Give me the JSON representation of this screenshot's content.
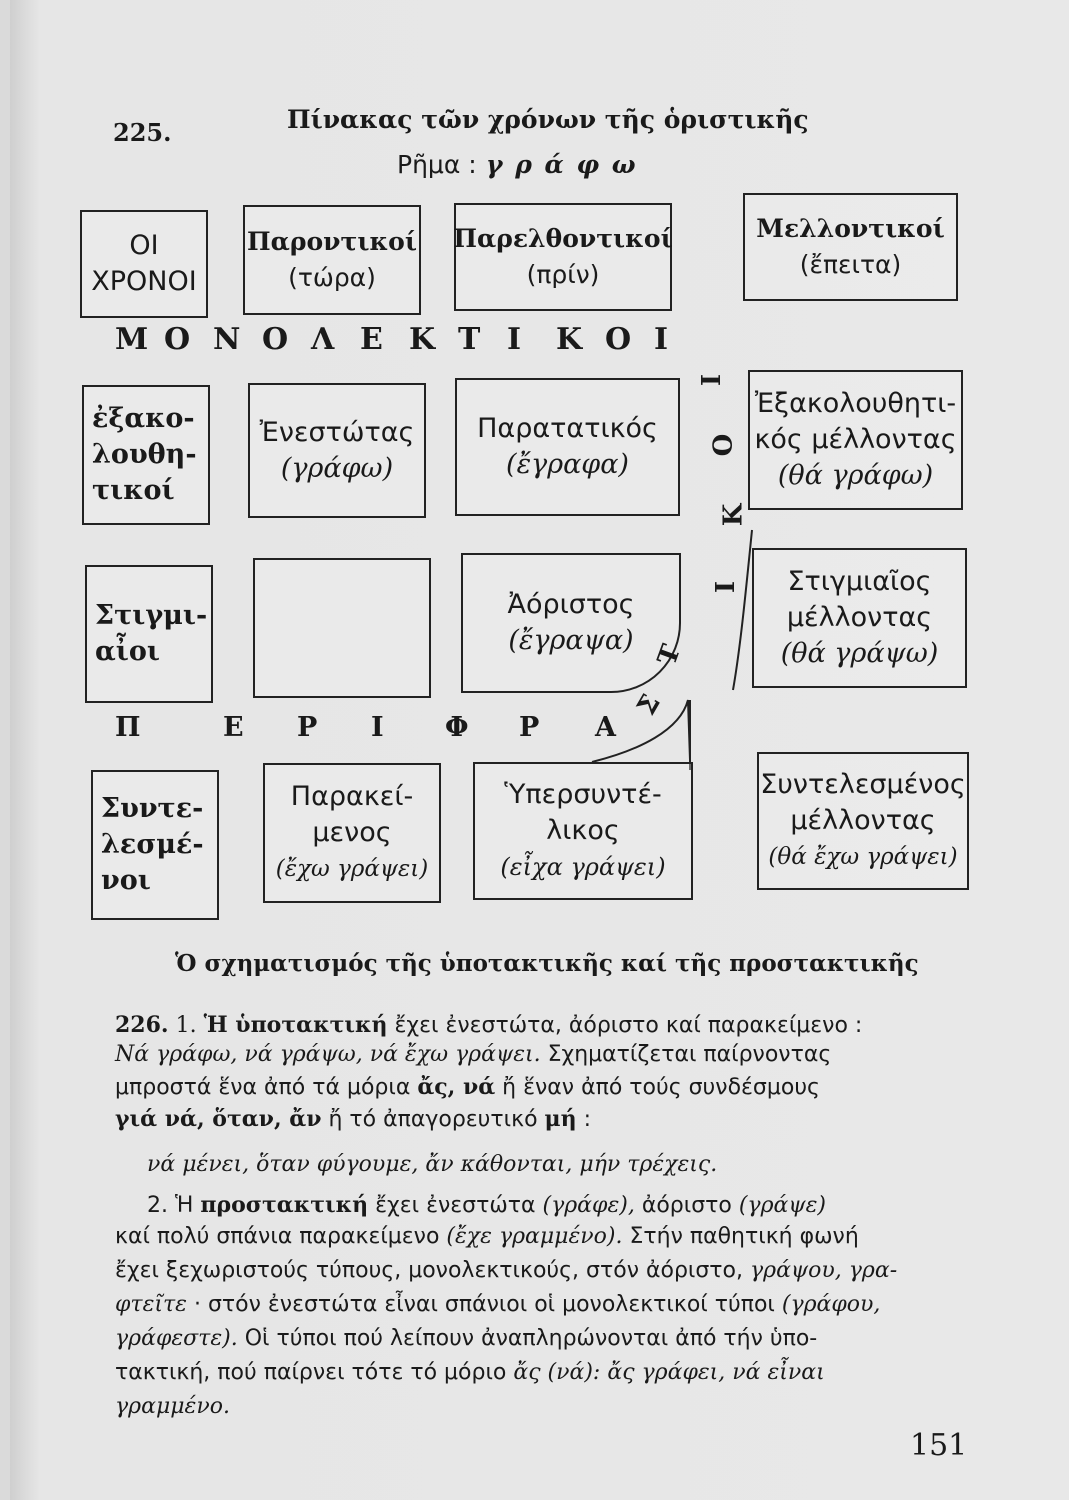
{
  "section_225": {
    "number": "225.",
    "title": "Πίνακας τῶν χρόνων τῆς ὁριστικῆς",
    "verb_label": "Ρῆμα :",
    "verb": "γ ρ ά φ ω"
  },
  "table": {
    "header_cell": [
      "ΟΙ",
      "ΧΡΟΝΟΙ"
    ],
    "columns": [
      {
        "title": "Παροντικοί",
        "sub": "(τώρα)"
      },
      {
        "title": "Παρελθοντικοί",
        "sub": "(πρίν)"
      },
      {
        "title": "Μελλοντικοί",
        "sub": "(ἔπειτα)"
      }
    ],
    "monolektikoi_letters": [
      "Μ",
      "Ο",
      "Ν",
      "Ο",
      "Λ",
      "Ε",
      "Κ",
      "Τ",
      "Ι",
      "Κ",
      "Ο",
      "Ι"
    ],
    "periphrastikoi_letters": [
      "Π",
      "Ε",
      "Ρ",
      "Ι",
      "Φ",
      "Ρ",
      "Α"
    ],
    "diagonal_letters": [
      "Σ",
      "Τ",
      "Ι",
      "Κ",
      "Ο",
      "Ι"
    ],
    "rows": [
      {
        "label": [
          "ἐξακο-",
          "λουθη-",
          "τικοί"
        ],
        "present": [
          "Ἐνεστώτας",
          "(γράφω)"
        ],
        "past": [
          "Παρατατικός",
          "(ἔγραφα)"
        ],
        "future": [
          "Ἐξακολουθητι-",
          "κός μέλλοντας",
          "(θά γράφω)"
        ]
      },
      {
        "label": [
          "Στιγμι-",
          "αἶοι"
        ],
        "present": [],
        "past": [
          "Ἀόριστος",
          "(ἔγραψα)"
        ],
        "future": [
          "Στιγμιαῖος",
          "μέλλοντας",
          "(θά γράψω)"
        ]
      },
      {
        "label": [
          "Συντε-",
          "λεσμέ-",
          "νοι"
        ],
        "present": [
          "Παρακεί-",
          "μενος",
          "(ἔχω γράψει)"
        ],
        "past": [
          "Ὑπερσυντέ-",
          "λικος",
          "(εἶχα γράψει)"
        ],
        "future": [
          "Συντελεσμένος",
          "μέλλοντας",
          "(θά ἔχω γράψει)"
        ]
      }
    ]
  },
  "subheading": "Ὁ σχηματισμός τῆς ὑποτακτικῆς καί τῆς προστακτικῆς",
  "section_226": {
    "lines": [
      [
        "226.",
        " 1. ",
        "Ἡ ὑποτακτική",
        " ἔχει ἐνεστώτα, ἀόριστο καί παρακείμενο :"
      ],
      [
        "Νά γράφω, νά γράψω, νά ἔχω γράψει.",
        " Σχηματίζεται παίρνοντας"
      ],
      [
        "μπροστά ἕνα ἀπό τά μόρια ",
        "ἄς, νά",
        " ἤ ἕναν ἀπό τούς συνδέσμους"
      ],
      [
        "γιά νά, ὅταν, ἄν",
        " ἤ τό ἀπαγορευτικό ",
        "μή",
        " :"
      ],
      [
        "νά μένει, ὅταν φύγουμε, ἄν κάθονται, μήν τρέχεις."
      ],
      [
        "2. Ἡ ",
        "προστακτική",
        " ἔχει ἐνεστώτα ",
        "(γράφε),",
        " ἀόριστο ",
        "(γράψε)"
      ],
      [
        "καί πολύ σπάνια παρακείμενο ",
        "(ἔχε γραμμένο).",
        " Στήν παθητική φωνή"
      ],
      [
        "ἔχει ξεχωριστούς τύπους, μονολεκτικούς, στόν ἀόριστο, ",
        "γράψου, γρα-"
      ],
      [
        "φτεῖτε",
        " · στόν ἐνεστώτα εἶναι σπάνιοι οἱ μονολεκτικοί τύποι ",
        "(γράφου,"
      ],
      [
        "γράφεστε).",
        " Οἱ τύποι πού λείπουν ἀναπληρώνονται ἀπό τήν ὑπο-"
      ],
      [
        "τακτική, πού παίρνει τότε τό μόριο ",
        "ἄς (νά):",
        " ",
        "ἄς γράφει, νά εἶναι"
      ],
      [
        "γραμμένο."
      ]
    ]
  },
  "page_number": "151"
}
